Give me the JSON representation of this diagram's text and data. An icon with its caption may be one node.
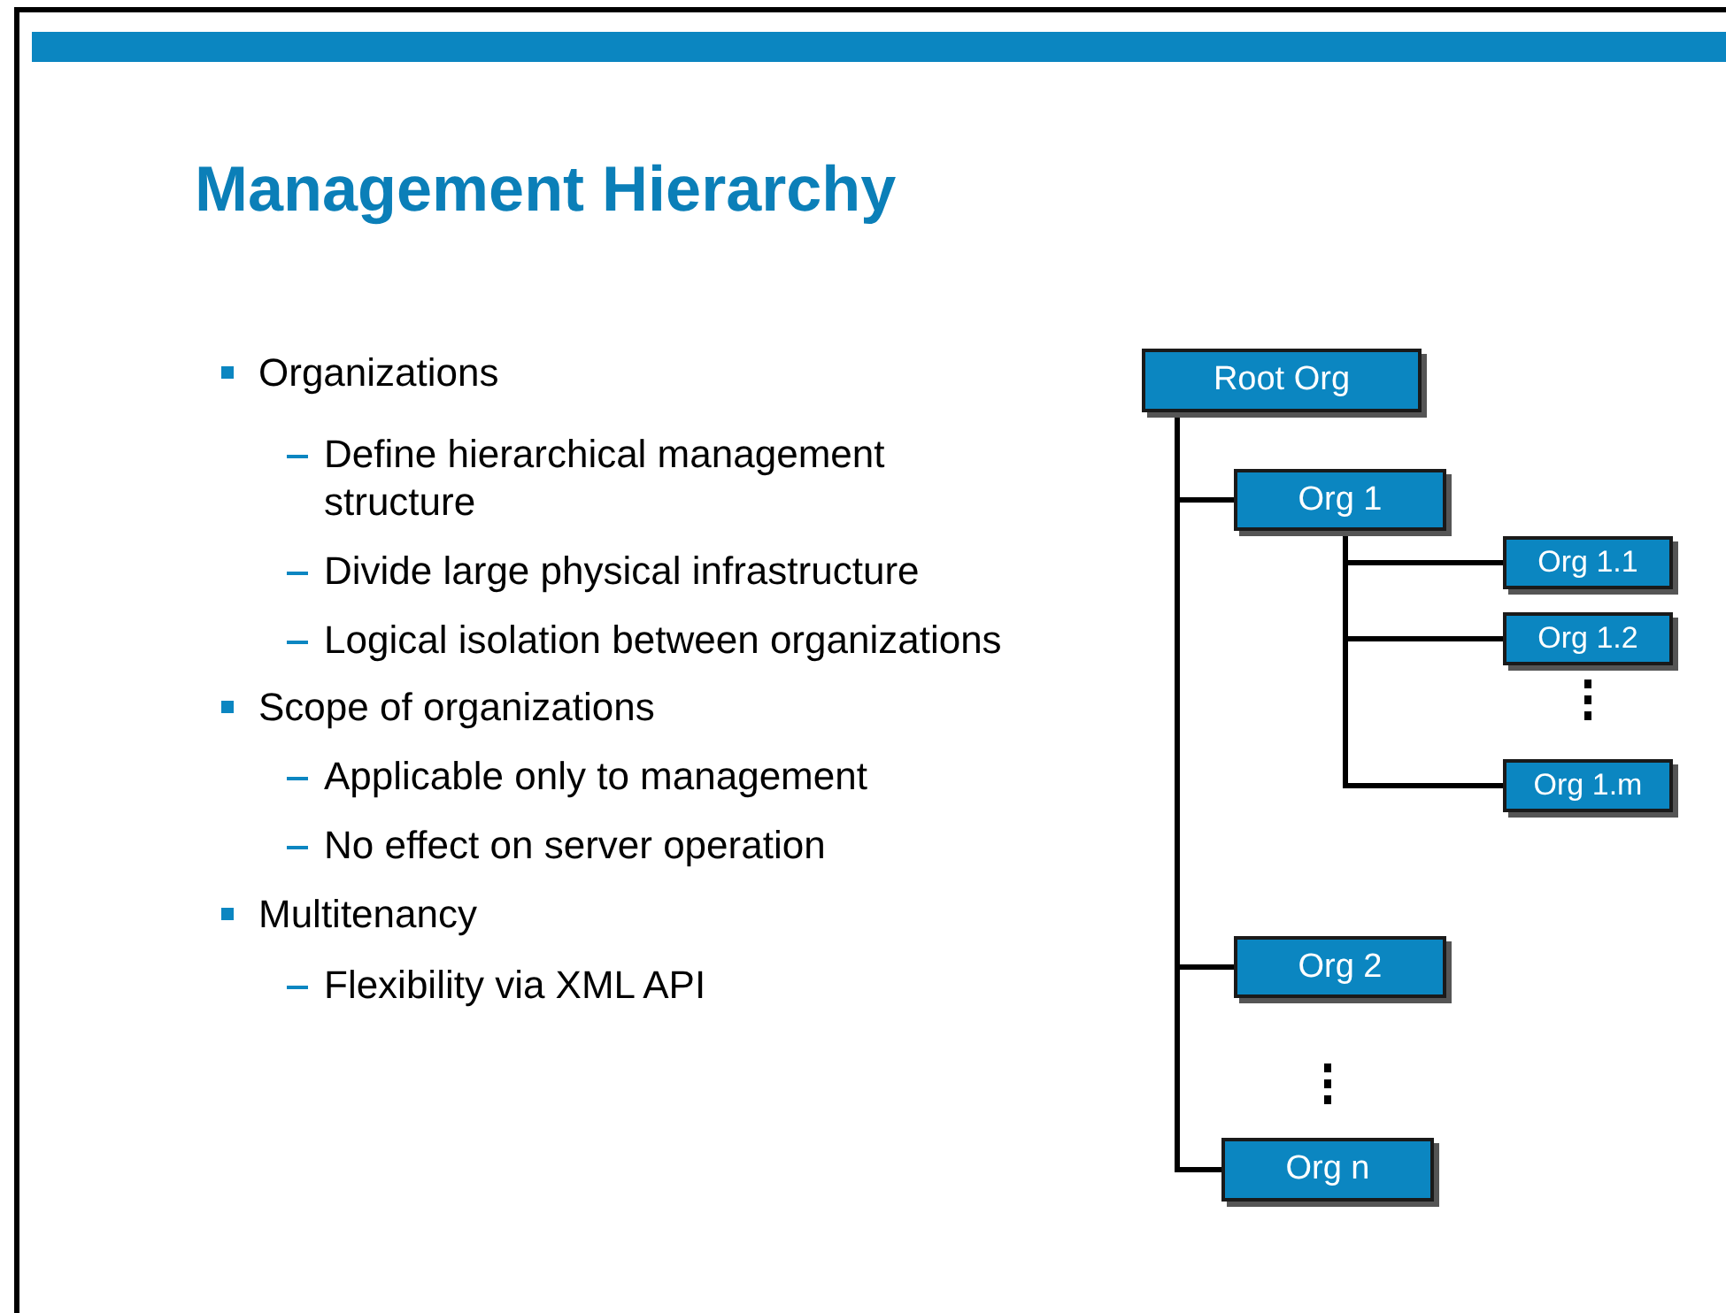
{
  "diagram": {
    "title": "Management Hierarchy",
    "nodes": [
      {
        "text": [
          "Root Org"
        ]
      },
      {
        "text": [
          "Org 1"
        ]
      },
      {
        "text": [
          "Org 1.1"
        ]
      },
      {
        "text": [
          "Org 1.2"
        ]
      },
      {
        "text": [
          "Org 1.m"
        ]
      },
      {
        "text": [
          "Org 2"
        ]
      },
      {
        "text": [
          "Org n"
        ]
      }
    ],
    "edges": [
      {
        "from": 0,
        "to": 1,
        "arrow": "none"
      },
      {
        "from": 1,
        "to": 2,
        "arrow": "none"
      },
      {
        "from": 1,
        "to": 3,
        "arrow": "none"
      },
      {
        "from": 1,
        "to": 4,
        "arrow": "none"
      },
      {
        "from": 0,
        "to": 5,
        "arrow": "none"
      },
      {
        "from": 0,
        "to": 6,
        "arrow": "none"
      }
    ],
    "labels": [
      "Organizations",
      "Define hierarchical management structure",
      "Divide large physical infrastructure",
      "Logical isolation between organizations",
      "Scope of organizations",
      "Applicable only to management",
      "No effect on server operation",
      "Multitenancy",
      "Flexibility via XML API"
    ]
  }
}
